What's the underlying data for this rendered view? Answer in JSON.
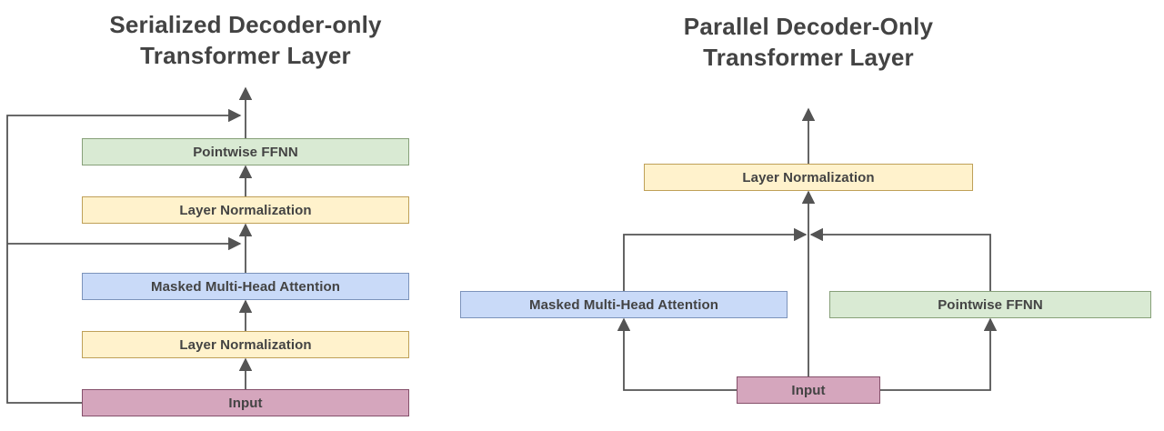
{
  "left_diagram": {
    "title": {
      "line1": "Serialized Decoder-only",
      "line2": "Transformer Layer"
    },
    "boxes": {
      "pointwise_ffnn": "Pointwise FFNN",
      "layer_norm_top": "Layer Normalization",
      "masked_mha": "Masked Multi-Head Attention",
      "layer_norm_bottom": "Layer Normalization",
      "input": "Input"
    }
  },
  "right_diagram": {
    "title": {
      "line1": "Parallel Decoder-Only",
      "line2": "Transformer Layer"
    },
    "boxes": {
      "layer_norm": "Layer Normalization",
      "masked_mha": "Masked Multi-Head Attention",
      "pointwise_ffnn": "Pointwise FFNN",
      "input": "Input"
    }
  },
  "colors": {
    "background": "#ffffff",
    "text": "#434343",
    "connector": "#545454",
    "input_fill": "#d5a6bd",
    "input_border": "#85506b",
    "layer_norm_fill": "#fff2cc",
    "layer_norm_border": "#bfa058",
    "attention_fill": "#c9daf8",
    "attention_border": "#7c93bb",
    "ffnn_fill": "#d9ead3",
    "ffnn_border": "#87a079"
  }
}
